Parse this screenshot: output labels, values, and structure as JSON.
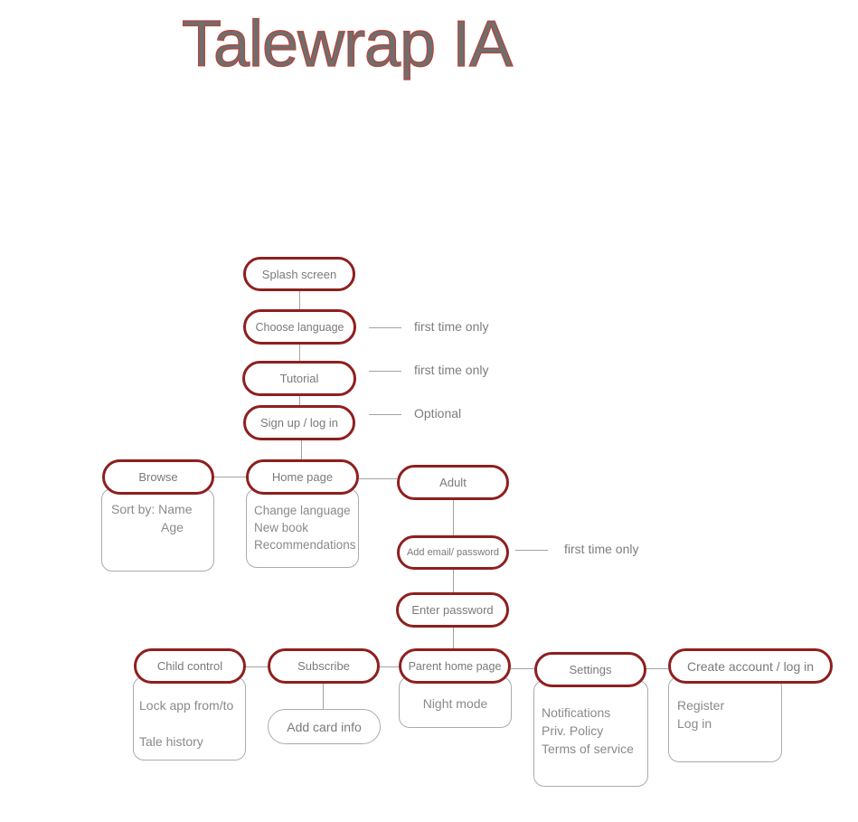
{
  "title": "Talewrap IA",
  "colors": {
    "node_border": "#8e1f1f",
    "box_border": "#ababab",
    "line": "#a3a3a3",
    "label": "#7a7a7a",
    "detail": "#8a8a8a",
    "title_fill": "#6e6e6e",
    "title_stroke": "#b5463c"
  },
  "nodes": {
    "splash": {
      "label": "Splash screen"
    },
    "choose_language": {
      "label": "Choose language"
    },
    "tutorial": {
      "label": "Tutorial"
    },
    "signup": {
      "label": "Sign up / log in"
    },
    "browse": {
      "label": "Browse"
    },
    "home": {
      "label": "Home page"
    },
    "adult": {
      "label": "Adult"
    },
    "add_email": {
      "label": "Add email/ password"
    },
    "enter_password": {
      "label": "Enter password"
    },
    "child_control": {
      "label": "Child control"
    },
    "subscribe": {
      "label": "Subscribe"
    },
    "parent_home": {
      "label": "Parent home page"
    },
    "settings": {
      "label": "Settings"
    },
    "create_account": {
      "label": "Create account / log in"
    },
    "add_card": {
      "label": "Add card info"
    }
  },
  "annotations": {
    "choose_language": "first time only",
    "tutorial": "first time only",
    "signup": "Optional",
    "add_email": "first time only"
  },
  "details": {
    "browse": [
      "Sort by: Name",
      "Age"
    ],
    "home": [
      "Change language",
      "New book",
      "Recommendations"
    ],
    "child_control": [
      "Lock app from/to",
      "Tale history"
    ],
    "parent_home": [
      "Night mode"
    ],
    "settings": [
      "Notifications",
      "Priv. Policy",
      "Terms of service"
    ],
    "create_account": [
      "Register",
      "Log in"
    ]
  }
}
